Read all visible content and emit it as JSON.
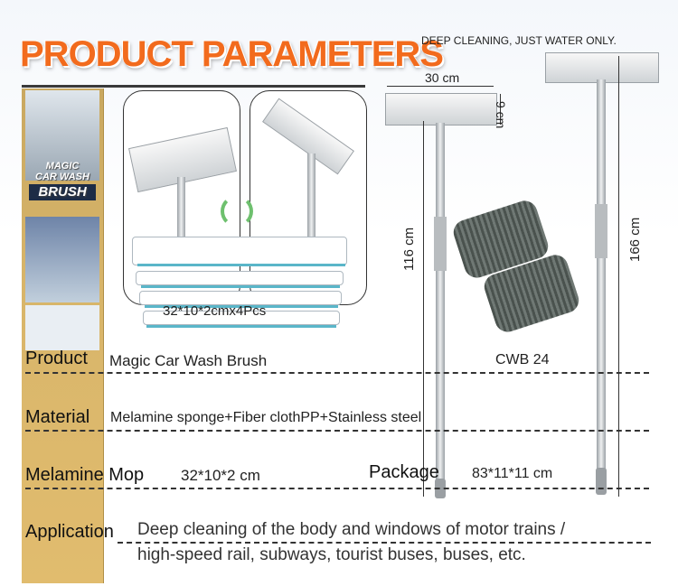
{
  "header": {
    "title": "PRODUCT PARAMETERS",
    "tagline": "DEEP CLEANING, JUST WATER ONLY."
  },
  "box": {
    "brand_line1": "MAGIC",
    "brand_line2": "CAR WASH",
    "brand_line3": "BRUSH"
  },
  "illustration": {
    "sponge_size": "32*10*2cmx4Pcs"
  },
  "dimensions": {
    "width": "30 cm",
    "height": "9 cm",
    "short_length": "116 cm",
    "long_length": "166 cm"
  },
  "specs": {
    "product_label": "Product",
    "product_value": "Magic Car Wash Brush",
    "model": "CWB 24",
    "material_label": "Material",
    "material_value": "Melamine sponge+Fiber clothPP+Stainless steel",
    "mop_label": "Melamine Mop",
    "mop_value": "32*10*2 cm",
    "package_label": "Package",
    "package_value": "83*11*11 cm",
    "application_label": "Application",
    "application_line1": "Deep cleaning of  the body and windows of motor trains /",
    "application_line2": "high-speed rail, subways, tourist buses, buses, etc."
  },
  "colors": {
    "title": "#f26b1d",
    "accent_stripe": "#5ab6c9",
    "box": "#d8b56a"
  }
}
